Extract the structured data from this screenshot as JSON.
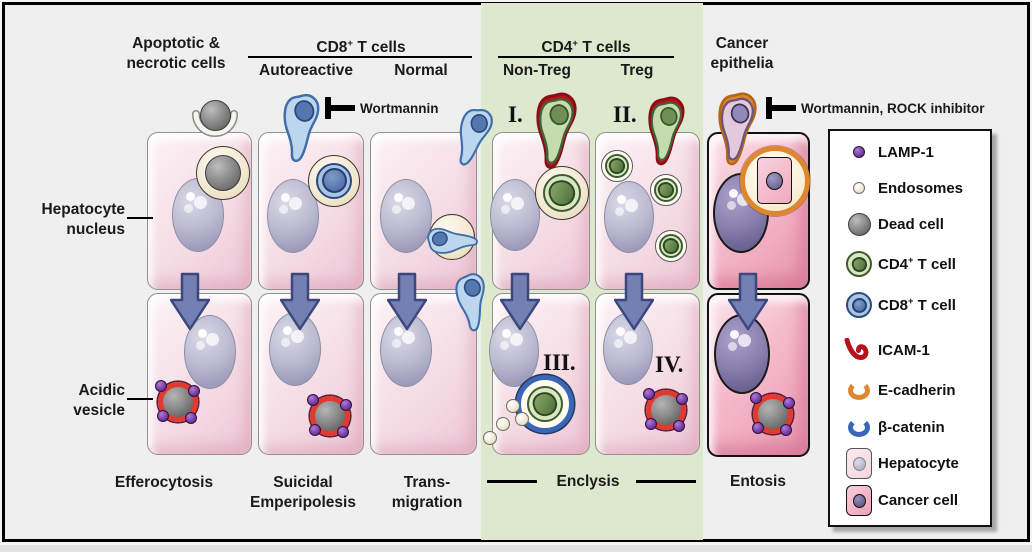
{
  "palette": {
    "background": "#efefef",
    "green_band": "#dde8cf",
    "hepatocyte_fill": "#f7e3ea",
    "cancer_fill": "#f0aabf",
    "arrow": "#7480b2",
    "icam1": "#b5121b",
    "ecadherin": "#e0862e",
    "bcatenin": "#3a66b8",
    "lamp1": "#7a3fa8",
    "acidic_ring": "#e23a2e"
  },
  "headers": {
    "apoptotic_line1": "Apoptotic &",
    "apoptotic_line2": "necrotic cells",
    "cd8": {
      "base": "CD8",
      "sup": "+",
      "rest": " T cells"
    },
    "cd8_sub1": "Autoreactive",
    "cd8_sub2": "Normal",
    "cd4": {
      "base": "CD4",
      "sup": "+",
      "rest": " T cells"
    },
    "cd4_sub1": "Non-Treg",
    "cd4_sub2": "Treg",
    "cancer_line1": "Cancer",
    "cancer_line2": "epithelia"
  },
  "inhibitors": {
    "cd8": "Wortmannin",
    "entosis": "Wortmannin, ROCK inhibitor"
  },
  "annotations": {
    "nucleus_line1": "Hepatocyte",
    "nucleus_line2": "nucleus",
    "vesicle_line1": "Acidic",
    "vesicle_line2": "vesicle",
    "numeral_1": "I.",
    "numeral_2": "II.",
    "numeral_3": "III.",
    "numeral_4": "IV."
  },
  "processes": {
    "efferocytosis": "Efferocytosis",
    "suicidal_line1": "Suicidal",
    "suicidal_line2": "Emperipolesis",
    "trans_line1": "Trans-",
    "trans_line2": "migration",
    "enclysis": "Enclysis",
    "entosis": "Entosis"
  },
  "legend": {
    "items": [
      {
        "icon": "lamp1-icon",
        "label": "LAMP-1"
      },
      {
        "icon": "endosome-icon",
        "label": "Endosomes"
      },
      {
        "icon": "dead-cell-icon",
        "label": "Dead cell"
      },
      {
        "icon": "cd4-tcell-icon",
        "label_base": "CD4",
        "label_sup": "+",
        "label_rest": " T cell"
      },
      {
        "icon": "cd8-tcell-icon",
        "label_base": "CD8",
        "label_sup": "+",
        "label_rest": " T cell"
      },
      {
        "icon": "icam1-icon",
        "label": "ICAM-1"
      },
      {
        "icon": "ecadherin-icon",
        "label": "E-cadherin"
      },
      {
        "icon": "bcatenin-icon",
        "label": "β-catenin"
      },
      {
        "icon": "hepatocyte-icon",
        "label": "Hepatocyte"
      },
      {
        "icon": "cancer-cell-icon",
        "label": "Cancer cell"
      }
    ]
  }
}
